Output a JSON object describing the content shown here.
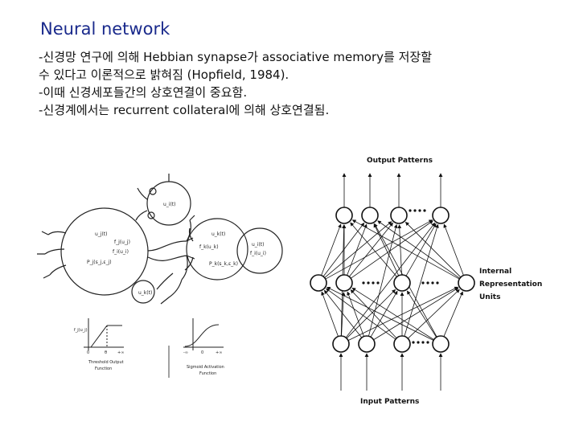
{
  "slide": {
    "title": "Neural network",
    "bullets": [
      "-신경망 연구에 의해 Hebbian synapse가 associative memory를 저장할",
      "수 있다고 이론적으로 밝혀짐 (Hopfield, 1984).",
      "-이때 신경세포들간의 상호연결이 중요함.",
      "-신경계에서는 recurrent collateral에 의해 상호연결됨."
    ]
  },
  "left_figure": {
    "neuron_labels": [
      "u_i(t)",
      "u_j(t)",
      "f_j(u_j)",
      "f_i(u_i)",
      "P_j(s_j,ε_j)",
      "u_k(t)",
      "P_k(s_k,ε_k)",
      "f_k(u_k)",
      "u_i(t)",
      "f_i(u_i)",
      "u_k(t)"
    ],
    "graph_left_caption": [
      "Threshold Output",
      "Function"
    ],
    "graph_right_caption": [
      "Sigmoid Activation",
      "Function"
    ],
    "graph_left_ylabel": "f_j(u_j)",
    "graph_left_xticks": [
      "0",
      "θ",
      "+∞"
    ],
    "graph_right_xticks": [
      "-∞",
      "0",
      "+∞"
    ]
  },
  "right_figure": {
    "output_label": "Output Patterns",
    "input_label": "Input Patterns",
    "hidden_label_lines": [
      "Internal",
      "Representation",
      "Units"
    ]
  }
}
